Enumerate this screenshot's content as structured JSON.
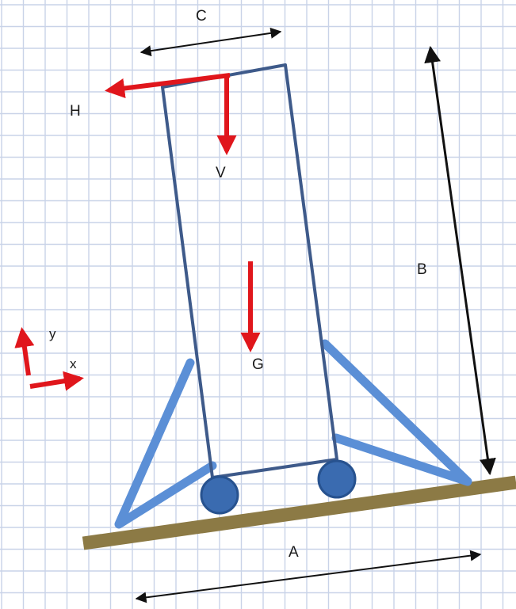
{
  "labels": {
    "a": "A",
    "b": "B",
    "c": "C",
    "h": "H",
    "v": "V",
    "g": "G",
    "x": "x",
    "y": "y"
  },
  "colors": {
    "grid": "#c9d3e8",
    "frame": "#3e5a8a",
    "support_legs": "#5b8fd6",
    "wheels": "#3a6bb0",
    "ground": "#8c7a45",
    "force_arrows": "#e0161c",
    "dimension_arrows": "#111111"
  }
}
